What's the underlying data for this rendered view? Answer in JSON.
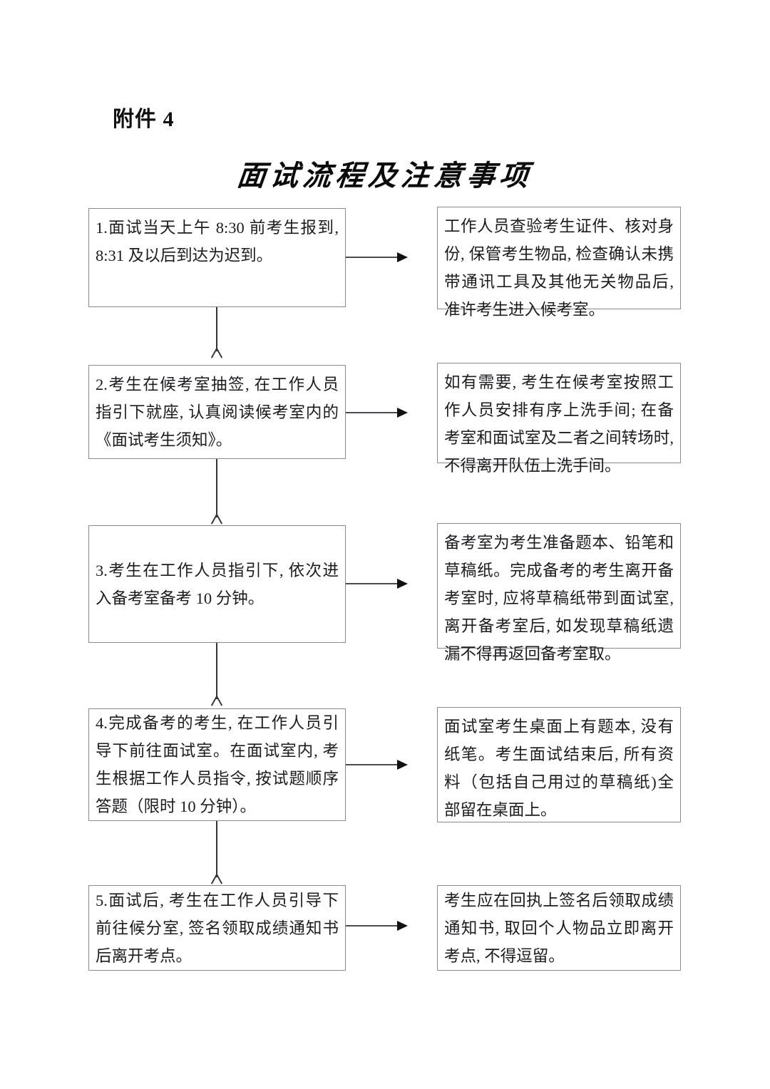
{
  "document": {
    "attachment_label": "附件 4",
    "title": "面试流程及注意事项"
  },
  "flow": {
    "steps": [
      {
        "id": "step-1",
        "left_text": "1.面试当天上午 8:30 前考生报到, 8:31 及以后到达为迟到。",
        "right_text": "工作人员查验考生证件、核对身份, 保管考生物品, 检查确认未携带通讯工具及其他无关物品后, 准许考生进入候考室。"
      },
      {
        "id": "step-2",
        "left_text": "2.考生在候考室抽签, 在工作人员指引下就座, 认真阅读候考室内的《面试考生须知》。",
        "right_text": "如有需要, 考生在候考室按照工作人员安排有序上洗手间; 在备考室和面试室及二者之间转场时, 不得离开队伍上洗手间。"
      },
      {
        "id": "step-3",
        "left_text": "3.考生在工作人员指引下, 依次进入备考室备考 10 分钟。",
        "right_text": "备考室为考生准备题本、铅笔和草稿纸。完成备考的考生离开备考室时, 应将草稿纸带到面试室, 离开备考室后, 如发现草稿纸遗漏不得再返回备考室取。"
      },
      {
        "id": "step-4",
        "left_text": "4.完成备考的考生, 在工作人员引导下前往面试室。在面试室内, 考生根据工作人员指令, 按试题顺序答题（限时 10 分钟）。",
        "right_text": "面试室考生桌面上有题本, 没有纸笔。考生面试结束后, 所有资料（包括自己用过的草稿纸)全部留在桌面上。"
      },
      {
        "id": "step-5",
        "left_text": "5.面试后, 考生在工作人员引导下前往候分室, 签名领取成绩通知书后离开考点。",
        "right_text": "考生应在回执上签名后领取成绩通知书, 取回个人物品立即离开考点, 不得逗留。"
      }
    ]
  },
  "connectors": {
    "horizontal_arrow_name": "arrow-right",
    "vertical_arrow_name": "arrow-down"
  },
  "colors": {
    "box_border": "#8a8a8f",
    "text": "#1c1c20",
    "arrow": "#35353c",
    "page_background": "#ffffff"
  }
}
